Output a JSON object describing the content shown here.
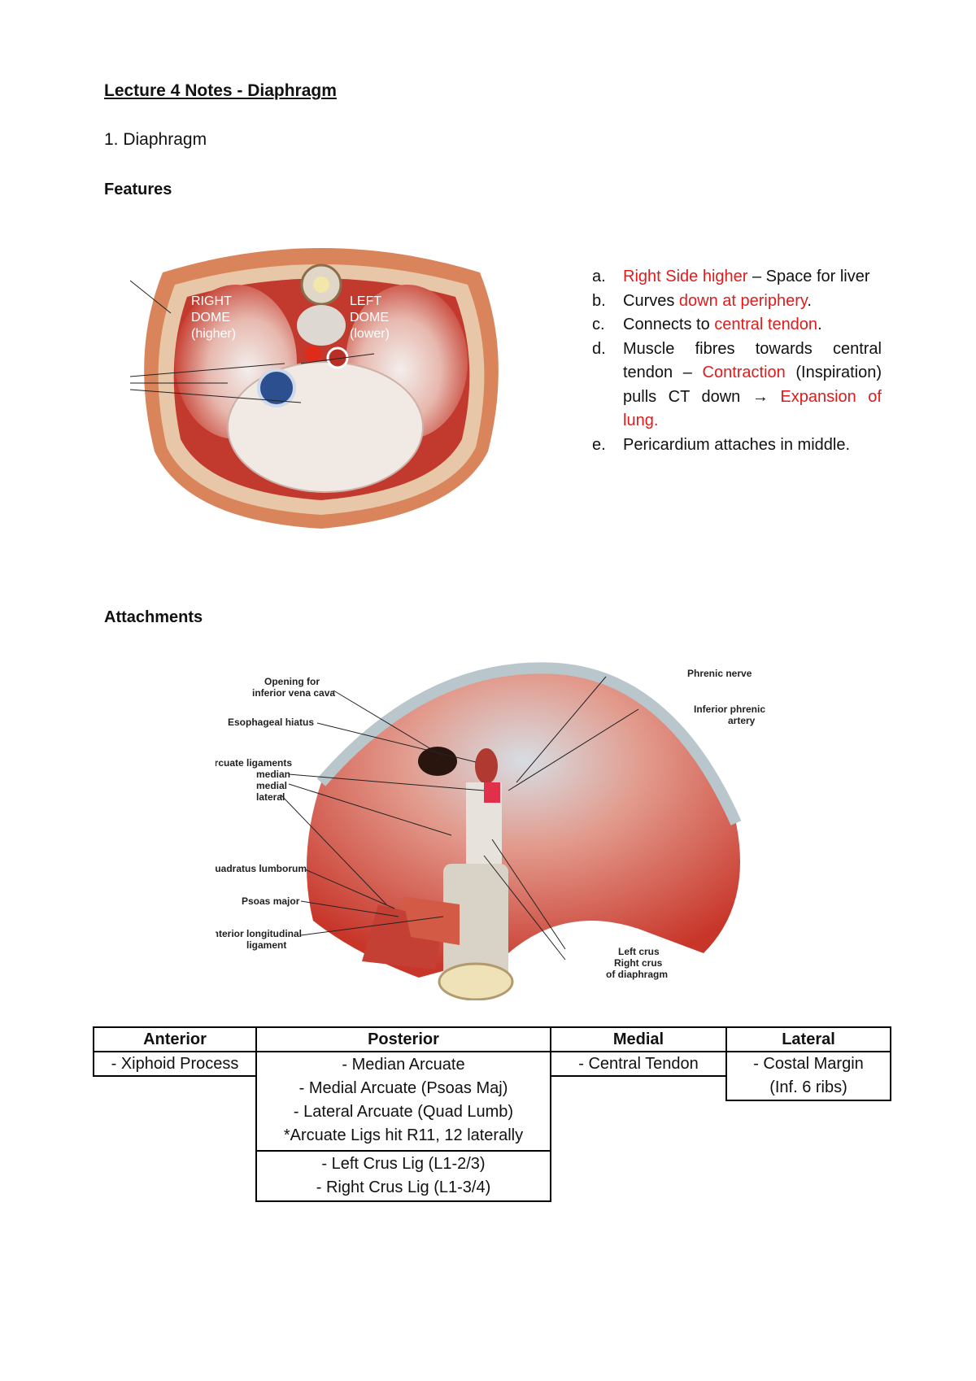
{
  "title": "Lecture 4 Notes - Diaphragm",
  "section": "1. Diaphragm",
  "features_heading": "Features",
  "attachments_heading": "Attachments",
  "fig1": {
    "right_dome": [
      "RIGHT",
      "DOME",
      "(higher)"
    ],
    "left_dome": [
      "LEFT",
      "DOME",
      "(lower)"
    ]
  },
  "features": [
    {
      "letter": "a.",
      "parts": [
        {
          "t": "Right Side higher",
          "red": true
        },
        {
          "t": " – Space for liver",
          "red": false
        }
      ]
    },
    {
      "letter": "b.",
      "parts": [
        {
          "t": "Curves ",
          "red": false
        },
        {
          "t": "down at periphery",
          "red": true
        },
        {
          "t": ".",
          "red": false
        }
      ]
    },
    {
      "letter": "c.",
      "parts": [
        {
          "t": "Connects to ",
          "red": false
        },
        {
          "t": "central tendon",
          "red": true
        },
        {
          "t": ".",
          "red": false
        }
      ]
    },
    {
      "letter": "d.",
      "parts": [
        {
          "t": "Muscle fibres towards central tendon – ",
          "red": false
        },
        {
          "t": "Contraction",
          "red": true
        },
        {
          "t": " (Inspiration) pulls CT down → ",
          "red": false
        },
        {
          "t": "Expansion of lung.",
          "red": true
        }
      ]
    },
    {
      "letter": "e.",
      "parts": [
        {
          "t": "Pericardium attaches in middle.",
          "red": false
        }
      ]
    }
  ],
  "fig2_labels": {
    "ivc": [
      "Opening for",
      "inferior vena cava"
    ],
    "esoph": "Esophageal hiatus",
    "arcuate": [
      "Arcuate ligaments",
      "median",
      "medial",
      "lateral"
    ],
    "ql": "Quadratus lumborum",
    "psoas": "Psoas major",
    "all": [
      "Anterior longitudinal",
      "ligament"
    ],
    "phrenic": "Phrenic nerve",
    "ipa": [
      "Inferior phrenic",
      "artery"
    ],
    "crus": [
      "Left crus",
      "Right crus",
      "of diaphragm"
    ]
  },
  "table": {
    "headers": [
      "Anterior",
      "Posterior",
      "Medial",
      "Lateral"
    ],
    "anterior": "- Xiphoid Process",
    "posterior_1": [
      "- Median Arcuate",
      "- Medial Arcuate (Psoas Maj)",
      "- Lateral Arcuate (Quad Lumb)",
      "*Arcuate Ligs hit R11, 12 laterally"
    ],
    "posterior_2": [
      "- Left Crus Lig (L1-2/3)",
      "- Right Crus Lig (L1-3/4)"
    ],
    "medial": "- Central Tendon",
    "lateral": [
      "- Costal Margin",
      "(Inf. 6 ribs)"
    ]
  }
}
